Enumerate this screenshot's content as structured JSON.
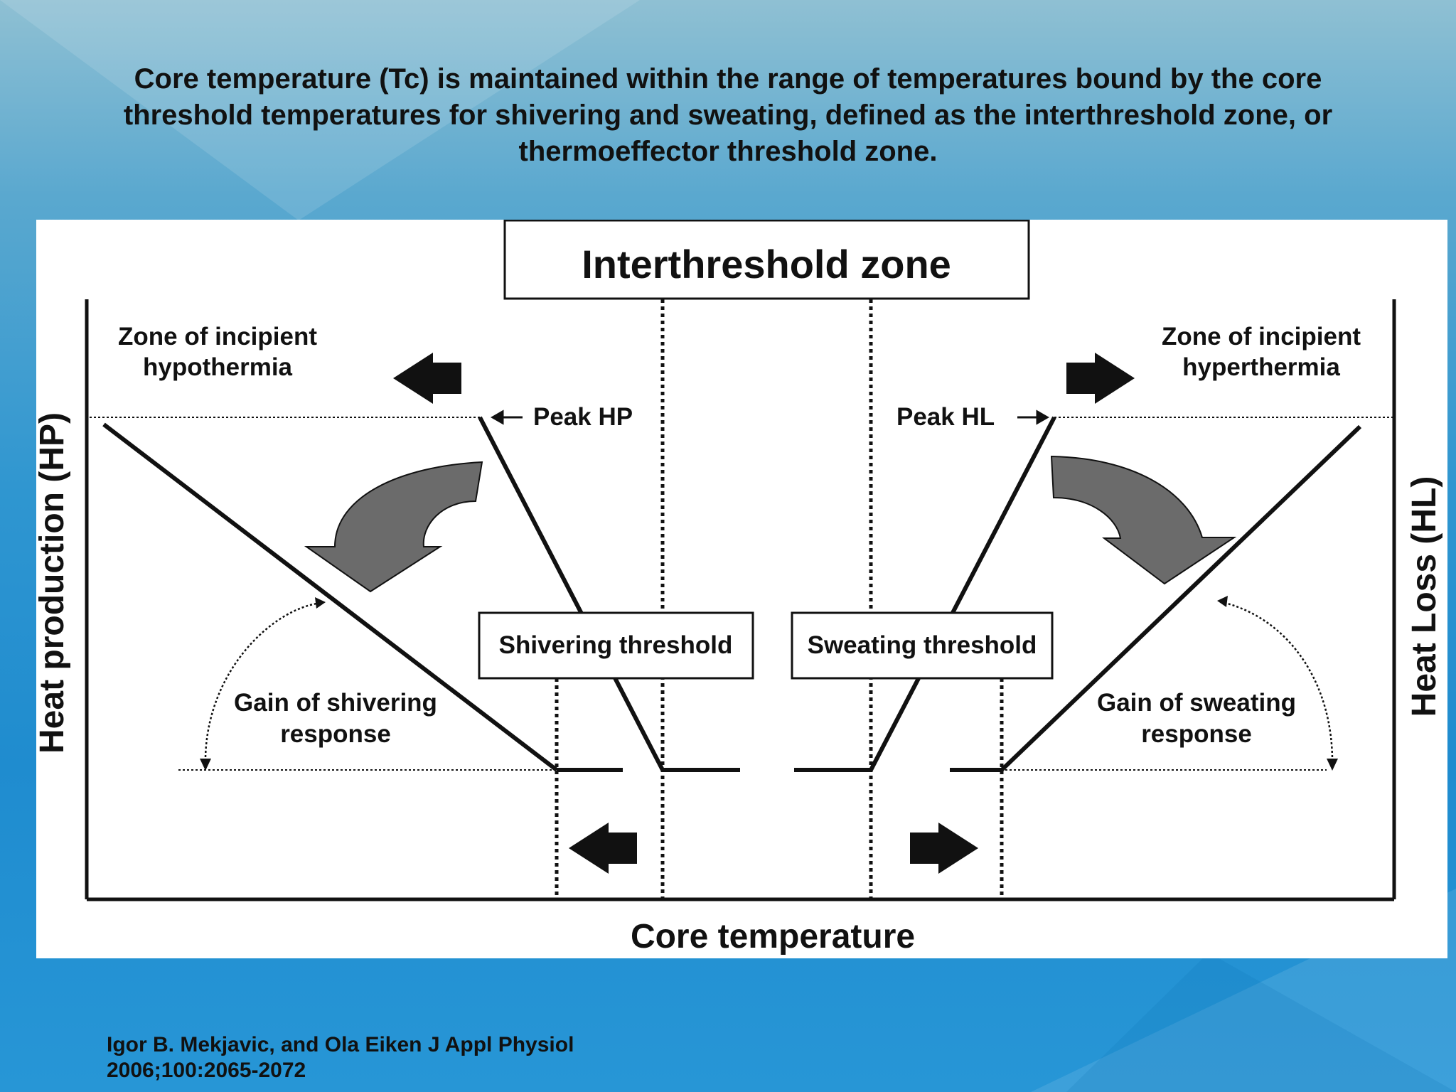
{
  "slide": {
    "title": "Core temperature (Tc) is maintained within the range of temperatures bound by the core threshold temperatures for shivering and sweating, defined as the interthreshold zone, or thermoeffector threshold zone.",
    "citation_line1": "Igor B. Mekjavic, and Ola Eiken J Appl Physiol",
    "citation_line2": "2006;100:2065-2072",
    "background_color": "#2b93d1"
  },
  "diagram": {
    "interthreshold_label": "Interthreshold zone",
    "hypothermia_line1": "Zone of incipient",
    "hypothermia_line2": "hypothermia",
    "hyperthermia_line1": "Zone of incipient",
    "hyperthermia_line2": "hyperthermia",
    "peak_hp": "Peak HP",
    "peak_hl": "Peak HL",
    "shivering_threshold": "Shivering threshold",
    "sweating_threshold": "Sweating threshold",
    "gain_shivering_line1": "Gain of shivering",
    "gain_shivering_line2": "response",
    "gain_sweating_line1": "Gain of sweating",
    "gain_sweating_line2": "response",
    "y_left_label": "Heat production (HP)",
    "y_right_label": "Heat Loss (HL)",
    "x_label": "Core temperature"
  }
}
